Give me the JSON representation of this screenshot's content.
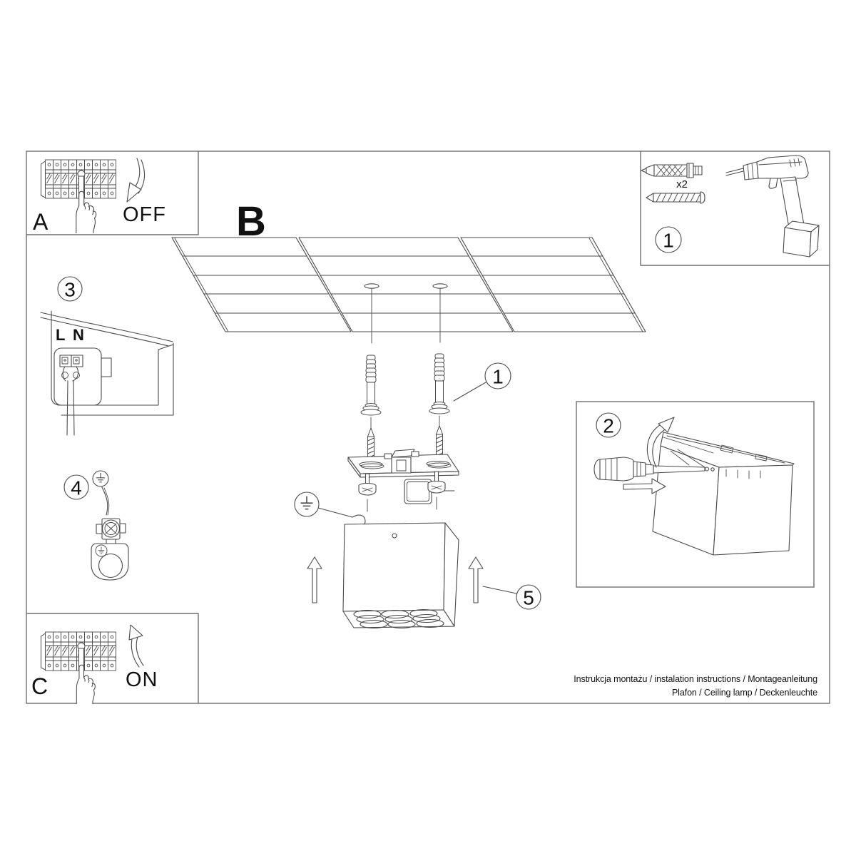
{
  "diagram": {
    "letters": {
      "a": "A",
      "b": "B",
      "c": "C"
    },
    "switch": {
      "off": "OFF",
      "on": "ON"
    },
    "terminals": {
      "live": "L",
      "neutral": "N"
    },
    "parts": {
      "quantity": "x2"
    },
    "steps": {
      "s1": "1",
      "s2": "2",
      "s3": "3",
      "s4": "4",
      "s5": "5"
    },
    "footer": {
      "line1": "Instrukcja montażu / instalation instructions / Montageanleitung",
      "line2": "Plafon / Ceiling lamp / Deckenleuchte"
    },
    "colors": {
      "line": "#4a4a4a",
      "text": "#111111",
      "background": "#ffffff"
    }
  }
}
